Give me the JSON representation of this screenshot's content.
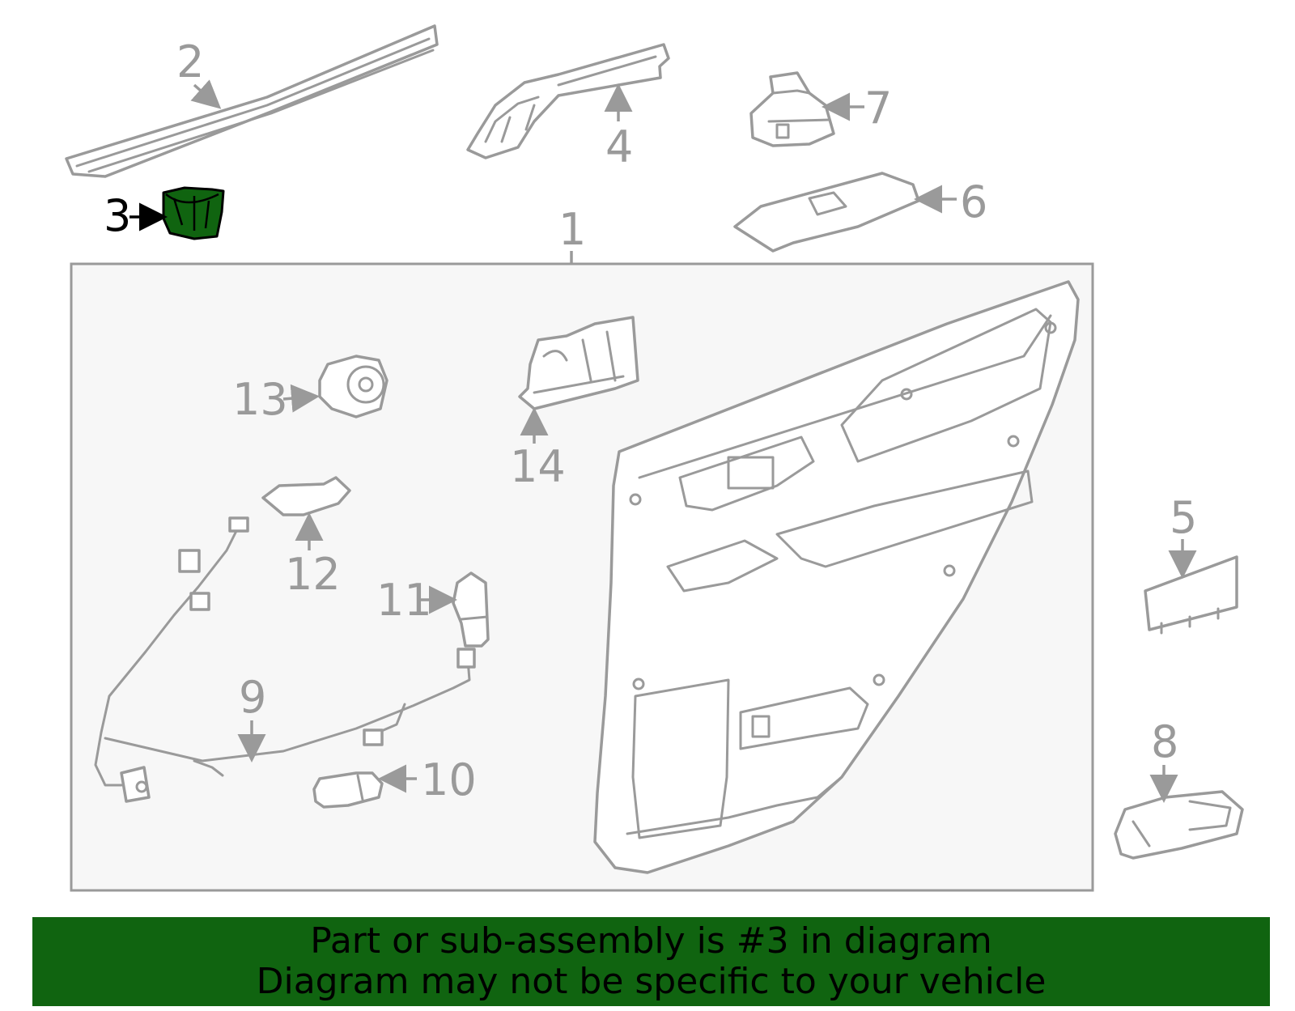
{
  "callouts": {
    "c1": "1",
    "c2": "2",
    "c3": "3",
    "c4": "4",
    "c5": "5",
    "c6": "6",
    "c7": "7",
    "c8": "8",
    "c9": "9",
    "c10": "10",
    "c11": "11",
    "c12": "12",
    "c13": "13",
    "c14": "14"
  },
  "highlight": {
    "part": "3",
    "color": "#106410"
  },
  "banner": {
    "line1": "Part or sub-assembly is #3 in diagram",
    "line2": "Diagram may not be specific to your vehicle",
    "background": "#106410"
  }
}
